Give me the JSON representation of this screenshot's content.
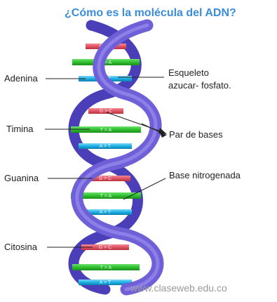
{
  "title": "¿Cómo es la molécula del ADN?",
  "labels": {
    "adenina": "Adenina",
    "timina": "Timina",
    "guanina": "Guanina",
    "citosina": "Citosina",
    "esqueleto_line1": "Esqueleto",
    "esqueleto_line2": "azucar- fosfato.",
    "par_de_bases": "Par de bases",
    "base_nitrogenada": "Base nitrogenada"
  },
  "base_pair_labels": {
    "gc": "G > C",
    "ta": "T > A",
    "at": "A > T"
  },
  "watermark": "www.claseweb.edu.co",
  "colors": {
    "title": "#3b8ddb",
    "strand": "#7060d8",
    "strand_back": "#4a3fb8",
    "gc_bar": "#e05564",
    "ta_bar": "#2ec02e",
    "at_bar": "#1ab0e6"
  }
}
